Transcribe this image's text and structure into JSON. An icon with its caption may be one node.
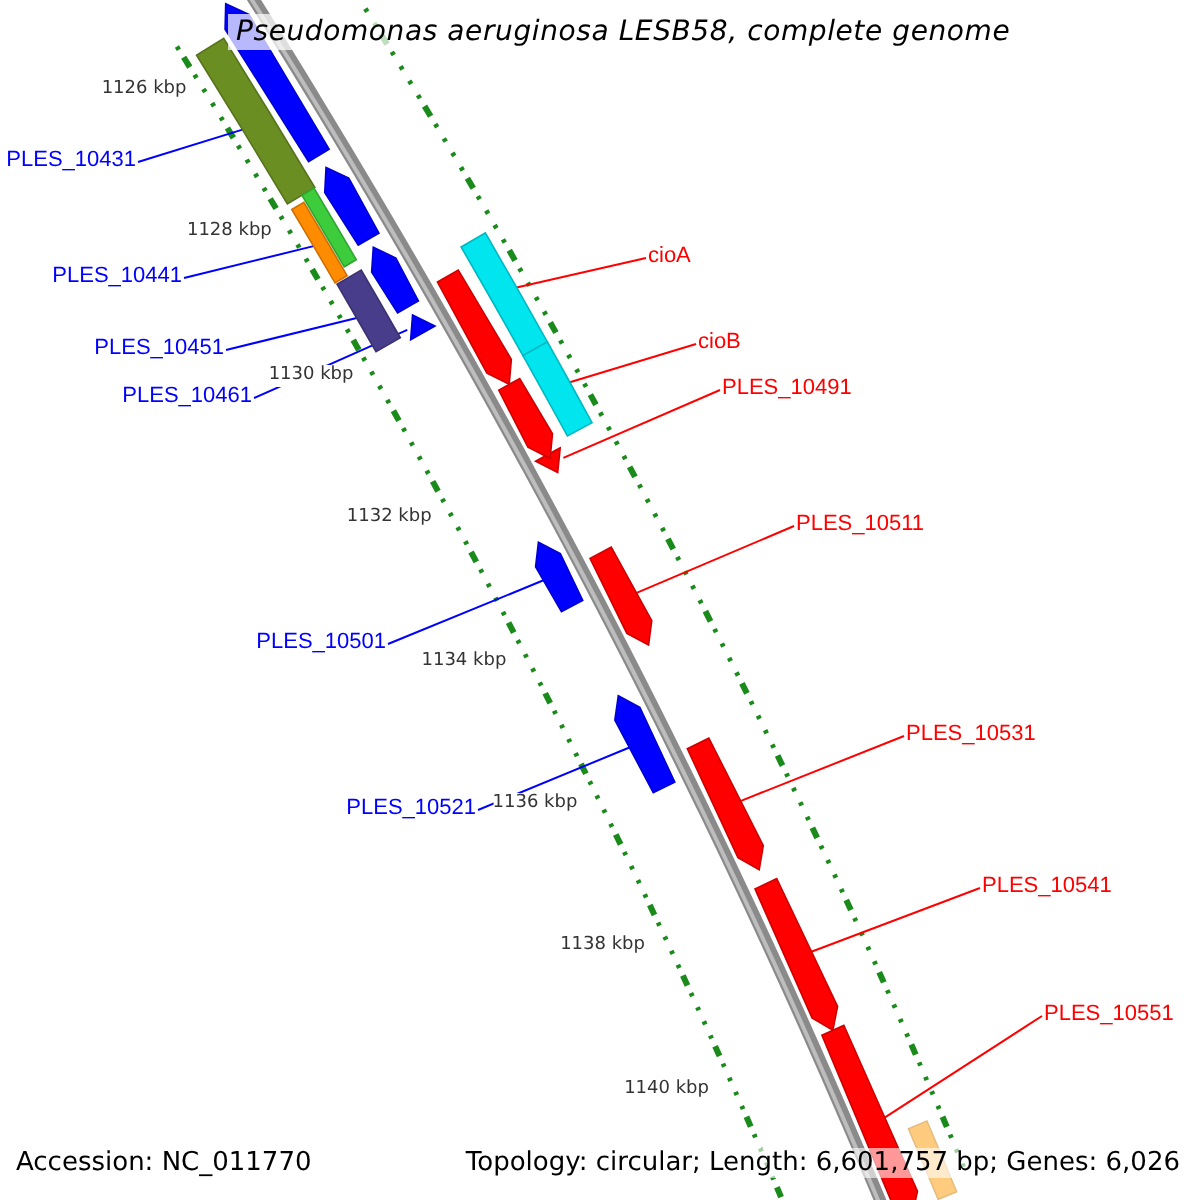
{
  "diagram": {
    "title": "Pseudomonas aeruginosa LESB58, complete genome",
    "nodes": [
      {
        "text": [
          "PLES_10431"
        ]
      },
      {
        "text": [
          "PLES_10441"
        ]
      },
      {
        "text": [
          "PLES_10451"
        ]
      },
      {
        "text": [
          "PLES_10461"
        ]
      },
      {
        "text": [
          "PLES_10501"
        ]
      },
      {
        "text": [
          "PLES_10521"
        ]
      },
      {
        "text": [
          "cioA"
        ]
      },
      {
        "text": [
          "cioB"
        ]
      },
      {
        "text": [
          "PLES_10491"
        ]
      },
      {
        "text": [
          "PLES_10511"
        ]
      },
      {
        "text": [
          "PLES_10531"
        ]
      },
      {
        "text": [
          "PLES_10541"
        ]
      },
      {
        "text": [
          "PLES_10551"
        ]
      },
      {
        "text": [],
        "shape": "bar"
      },
      {
        "text": [],
        "shape": "bar"
      },
      {
        "text": [],
        "shape": "bar"
      },
      {
        "text": [],
        "shape": "bar"
      },
      {
        "text": [],
        "shape": "bar"
      },
      {
        "text": [],
        "shape": "bar"
      },
      {
        "text": [],
        "shape": "bar"
      },
      {
        "text": [],
        "shape": "bar"
      },
      {
        "text": [],
        "shape": "bar"
      },
      {
        "text": [],
        "shape": "bar"
      },
      {
        "text": [],
        "shape": "bar"
      },
      {
        "text": [],
        "shape": "bar"
      },
      {
        "text": [],
        "shape": "bar"
      },
      {
        "text": [],
        "shape": "bar"
      },
      {
        "text": [],
        "shape": "bar"
      },
      {
        "text": [],
        "shape": "bar"
      },
      {
        "text": [],
        "shape": "bar"
      },
      {
        "text": [],
        "shape": "bar"
      },
      {
        "text": [],
        "shape": "bar"
      },
      {
        "text": [],
        "shape": "bar"
      }
    ],
    "edges": [
      {
        "from": 0,
        "to": 13,
        "arrow": "none",
        "color": "#0000ff"
      },
      {
        "from": 1,
        "to": 14,
        "arrow": "none",
        "color": "#0000ff"
      },
      {
        "from": 2,
        "to": 15,
        "arrow": "none",
        "color": "#0000ff"
      },
      {
        "from": 3,
        "to": 16,
        "arrow": "none",
        "color": "#0000ff"
      },
      {
        "from": 4,
        "to": 17,
        "arrow": "none",
        "color": "#0000ff"
      },
      {
        "from": 5,
        "to": 18,
        "arrow": "none",
        "color": "#0000ff"
      },
      {
        "from": 6,
        "to": 19,
        "arrow": "none"
      },
      {
        "from": 7,
        "to": 20,
        "arrow": "none"
      },
      {
        "from": 8,
        "to": 21,
        "arrow": "none"
      },
      {
        "from": 9,
        "to": 22,
        "arrow": "none"
      },
      {
        "from": 10,
        "to": 23,
        "arrow": "none"
      },
      {
        "from": 11,
        "to": 24,
        "arrow": "none"
      },
      {
        "from": 12,
        "to": 25,
        "arrow": "none"
      }
    ],
    "labels": [
      "1126 kbp",
      "1128 kbp",
      "1130 kbp",
      "1132 kbp",
      "1134 kbp",
      "1136 kbp",
      "1138 kbp",
      "1140 kbp",
      "Accession: NC_011770",
      "Topology: circular; Length: 6,601,757 bp; Genes: 6,026"
    ]
  }
}
